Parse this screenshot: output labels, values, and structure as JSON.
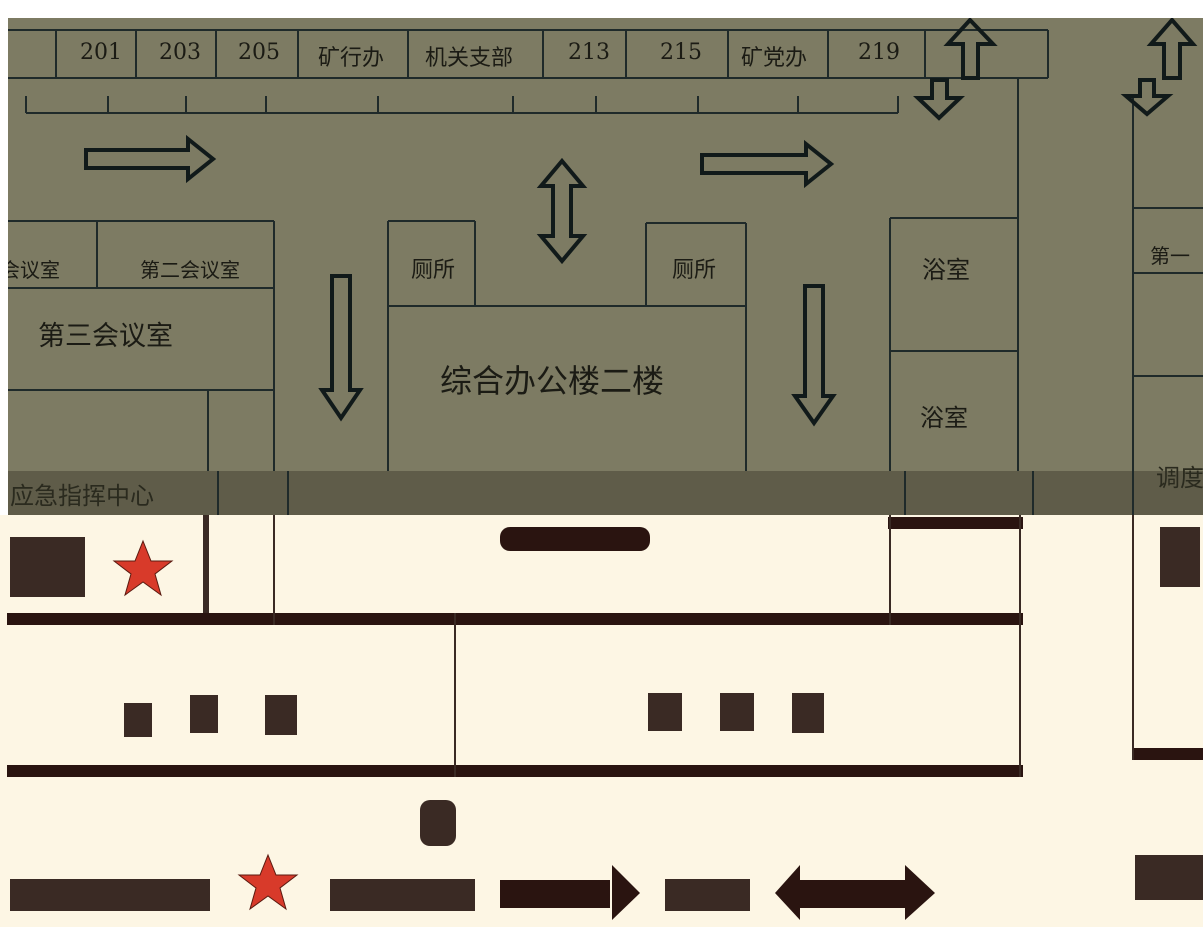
{
  "rooms_top": [
    "201",
    "203",
    "205",
    "矿行办",
    "机关支部",
    "213",
    "215",
    "矿党办",
    "219"
  ],
  "meeting_rooms": {
    "partial_left": "会议室",
    "second": "第二会议室",
    "third": "第三会议室",
    "partial_right": "第一"
  },
  "toilets": [
    "厕所",
    "厕所"
  ],
  "building_label": "综合办公楼二楼",
  "baths": [
    "浴室",
    "浴室"
  ],
  "command_center_partial": "应急指挥中心",
  "right_partial": "调度",
  "colors": {
    "floor": "#7d7b63",
    "line": "#1f2a2a",
    "lower_bg": "#fdf6e4",
    "star": "#d83a2a",
    "dark_block": "#2a1410"
  }
}
